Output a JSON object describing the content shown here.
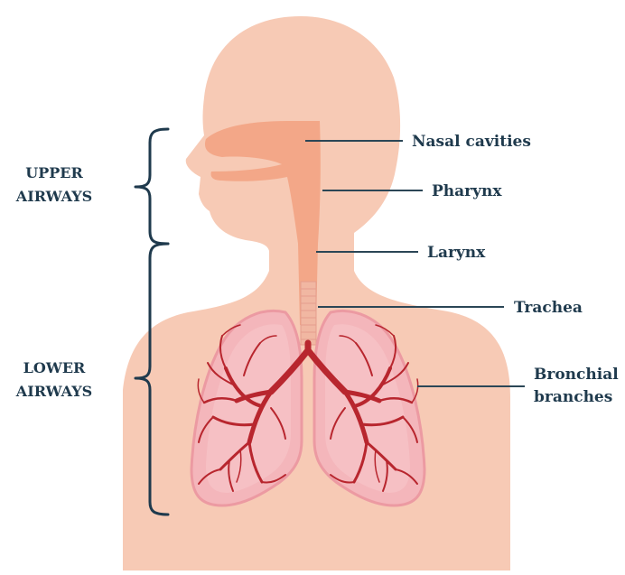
{
  "colors": {
    "skin": "#f7cab5",
    "airway": "#f3a788",
    "lung_fill": "#f4b6bb",
    "lung_edge": "#ec9aa2",
    "lung_inner": "#f8c9cc",
    "bronchi": "#b8262e",
    "bracket": "#1f3a4d",
    "text": "#1f3a4d",
    "leader": "#2b4656"
  },
  "groups": {
    "upper": {
      "line1": "UPPER",
      "line2": "AIRWAYS"
    },
    "lower": {
      "line1": "LOWER",
      "line2": "AIRWAYS"
    }
  },
  "labels": {
    "nasal": "Nasal cavities",
    "pharynx": "Pharynx",
    "larynx": "Larynx",
    "trachea": "Trachea",
    "bronchial_1": "Bronchial",
    "bronchial_2": "branches"
  }
}
